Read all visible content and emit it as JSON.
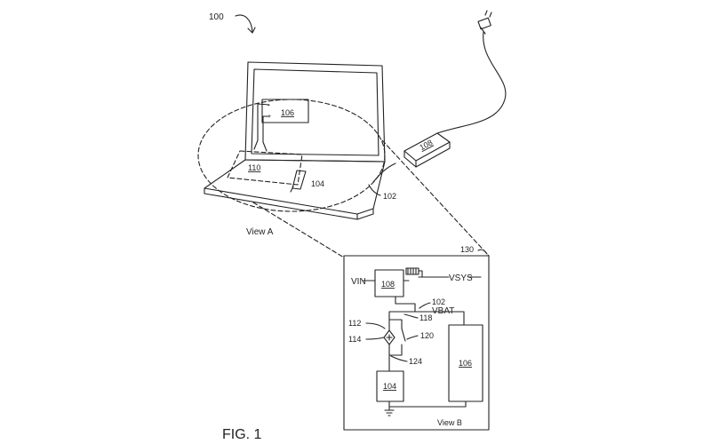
{
  "figure": {
    "ref_100": "100",
    "caption": "FIG. 1"
  },
  "view_a": {
    "caption": "View A",
    "ref_display_battery": "106",
    "ref_charger": "108",
    "ref_board": "110",
    "ref_component": "104",
    "ref_cable": "102"
  },
  "view_b": {
    "caption": "View B",
    "ref_frame": "130",
    "vin": "VIN",
    "vsys": "VSYS",
    "vbat": "VBAT",
    "ref_charger": "108",
    "ref_node": "102",
    "ref_118": "118",
    "ref_112": "112",
    "ref_114": "114",
    "ref_120": "120",
    "ref_124": "124",
    "ref_battery": "106",
    "ref_load": "104"
  }
}
